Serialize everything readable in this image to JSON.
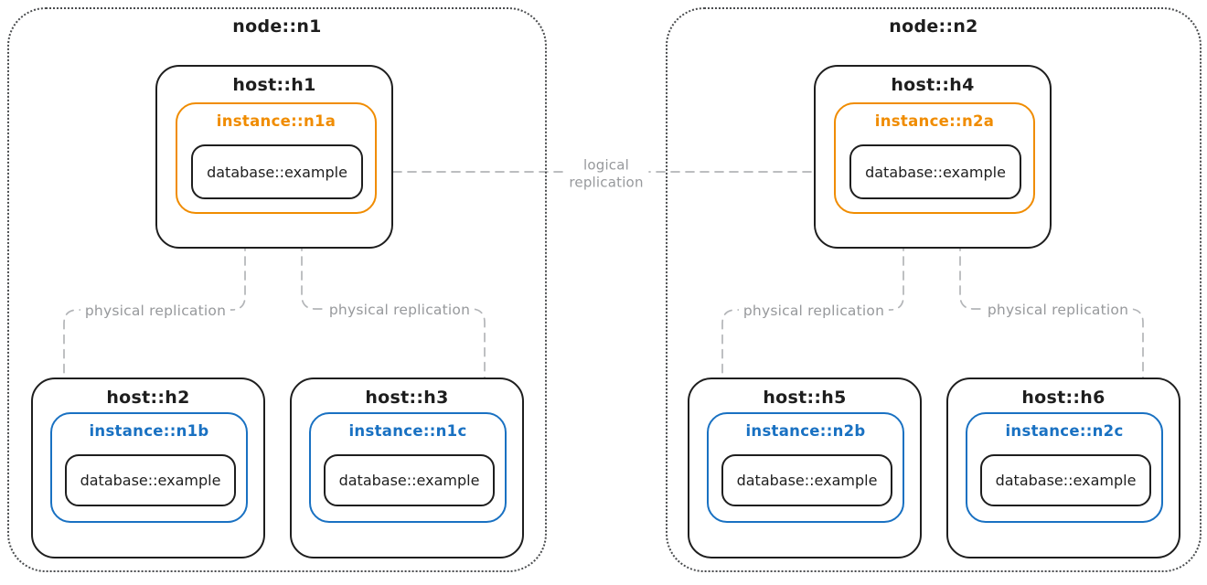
{
  "colors": {
    "ink": "#1e1e1e",
    "primary_instance_accent": "#f08c00",
    "replica_instance_accent": "#1971c2",
    "connector": "#b3b5b8",
    "connector_label": "#97999c",
    "node_border": "#4a4c4e",
    "background": "#ffffff"
  },
  "nodes": [
    {
      "title": "node::n1",
      "hosts": [
        {
          "title": "host::h1",
          "role": "primary",
          "instance": {
            "title": "instance::n1a",
            "database": "database::example"
          }
        },
        {
          "title": "host::h2",
          "role": "replica",
          "instance": {
            "title": "instance::n1b",
            "database": "database::example"
          }
        },
        {
          "title": "host::h3",
          "role": "replica",
          "instance": {
            "title": "instance::n1c",
            "database": "database::example"
          }
        }
      ]
    },
    {
      "title": "node::n2",
      "hosts": [
        {
          "title": "host::h4",
          "role": "primary",
          "instance": {
            "title": "instance::n2a",
            "database": "database::example"
          }
        },
        {
          "title": "host::h5",
          "role": "replica",
          "instance": {
            "title": "instance::n2b",
            "database": "database::example"
          }
        },
        {
          "title": "host::h6",
          "role": "replica",
          "instance": {
            "title": "instance::n2c",
            "database": "database::example"
          }
        }
      ]
    }
  ],
  "connections": {
    "physical": [
      {
        "label": "physical replication",
        "from": "instance::n1a",
        "to": "host::h2"
      },
      {
        "label": "physical replication",
        "from": "instance::n1a",
        "to": "host::h3"
      },
      {
        "label": "physical replication",
        "from": "instance::n2a",
        "to": "host::h5"
      },
      {
        "label": "physical replication",
        "from": "instance::n2a",
        "to": "host::h6"
      }
    ],
    "logical": {
      "label": "logical replication",
      "lines": [
        "logical",
        "replication"
      ],
      "from": "database::example (host::h1)",
      "to": "database::example (host::h4)",
      "bidirectional": true
    }
  }
}
